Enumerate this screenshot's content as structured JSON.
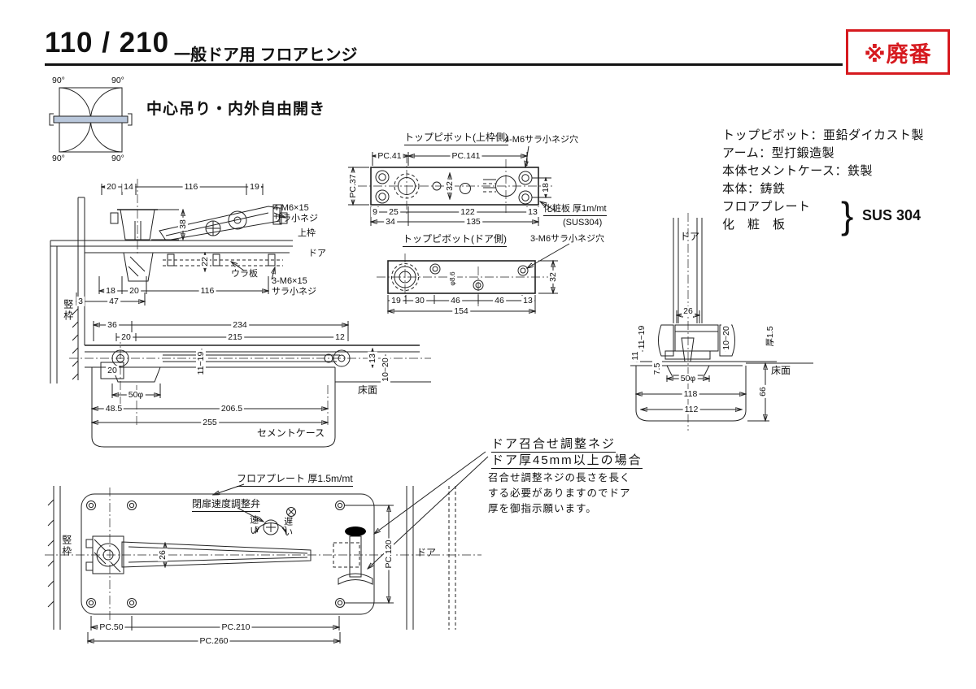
{
  "header": {
    "model": "110 / 210",
    "category": "一般ドア用 フロアヒンジ",
    "badge": "※廃番"
  },
  "overview": {
    "caption": "中心吊り・内外自由開き",
    "a1": "90°",
    "a2": "90°",
    "a3": "90°",
    "a4": "90°"
  },
  "materials": {
    "l1": "トップピボット：亜鉛ダイカスト製",
    "l2": "アーム：型打鍛造製",
    "l3": "本体セメントケース：鉄製",
    "l4": "本体：鋳鉄",
    "l5": "フロアプレート",
    "l6": "化　粧　板",
    "brace": "}",
    "grade": "SUS 304"
  },
  "pivot_frame": {
    "title": "トップピボット(上枠側)",
    "screw": "4-M6サラ小ネジ穴",
    "finish": "化粧板 厚1m/mt",
    "finish2": "(SUS304)",
    "p41": "PC.41",
    "p141": "PC.141",
    "p37": "PC.37",
    "v32": "32",
    "v18": "18",
    "b9": "9",
    "b25": "25",
    "b122": "122",
    "b13": "13",
    "b34": "34",
    "b135": "135"
  },
  "pivot_door": {
    "title": "トップピボット(ドア側)",
    "screw": "3-M6サラ小ネジ穴",
    "b19": "19",
    "b30": "30",
    "b46a": "46",
    "b46b": "46",
    "b13": "13",
    "b154": "154",
    "v32": "32",
    "phi": "φ8.6"
  },
  "elev": {
    "t20": "20",
    "t14": "14",
    "t116": "116",
    "t19": "19",
    "v38": "38",
    "v22": "22",
    "b18": "18",
    "b20": "20",
    "b116": "116",
    "w3": "3",
    "w47": "47",
    "screw_top1": "4-M6×15",
    "screw_top2": "サラ小ネジ",
    "kamiwaku": "上枠",
    "door": "ドア",
    "uraita": "ウラ板",
    "screw_bot1": "3-M6×15",
    "screw_bot2": "サラ小ネジ",
    "tatewaku": "竪枠",
    "d36": "36",
    "d234": "234",
    "d20": "20",
    "d215": "215",
    "d12": "12",
    "d20b": "20",
    "adj1": "11~19",
    "d13": "13",
    "adj2": "10~20",
    "yukamen": "床面",
    "d50": "50φ",
    "d485": "48.5",
    "d2065": "206.5",
    "d255": "255",
    "case_label": "セメントケース"
  },
  "front": {
    "door": "ドア",
    "d26": "26",
    "adj1": "11~19",
    "d11": "11",
    "adj2": "10~20",
    "t15": "厚1.5",
    "d75": "7.5",
    "d50": "50φ",
    "d118": "118",
    "d112": "112",
    "d66": "66",
    "yukamen": "床面"
  },
  "plan": {
    "plate_note": "フロアプレート 厚1.5m/mt",
    "valve_note": "閉扉速度調整弁",
    "fast": "速い",
    "slow": "遅い",
    "tatewaku": "竪枠",
    "d26": "26",
    "p120": "PC.120",
    "door": "ドア",
    "p50": "PC.50",
    "p210": "PC.210",
    "p260": "PC.260"
  },
  "callout": {
    "t1": "ドア召合せ調整ネジ",
    "t2": "ドア厚45mm以上の場合",
    "b1": "召合せ調整ネジの長さを長く",
    "b2": "する必要がありますのでドア",
    "b3": "厚を御指示願います。"
  }
}
